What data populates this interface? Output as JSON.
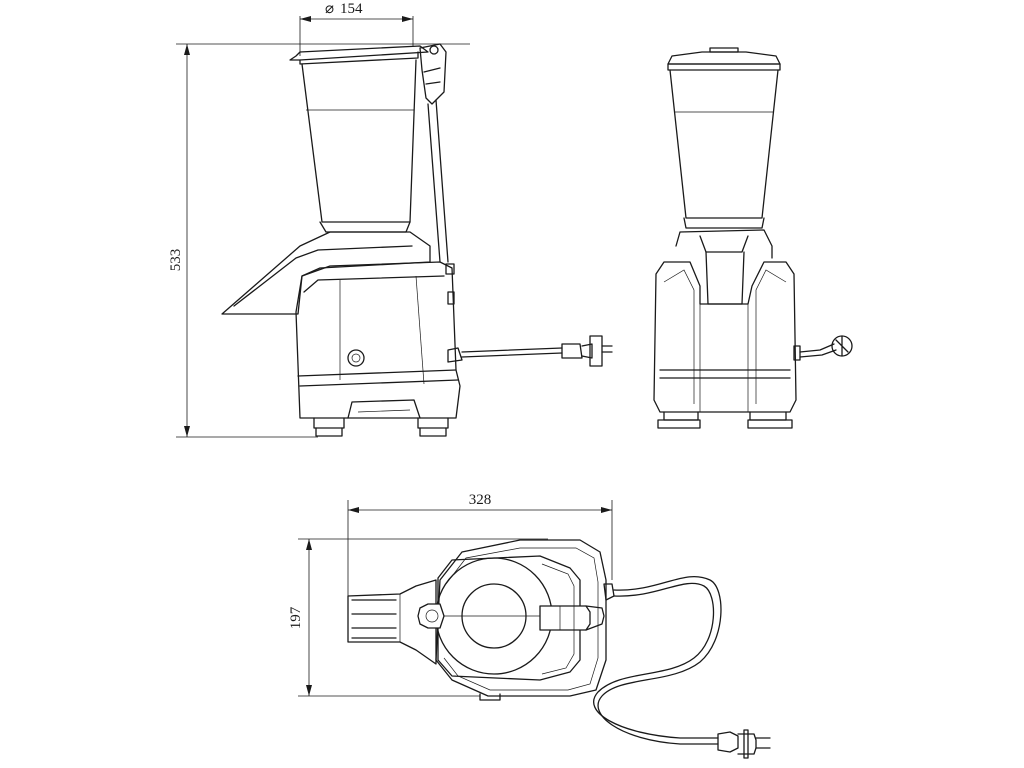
{
  "dimensions": {
    "jar_diameter": "154",
    "height": "533",
    "width": "328",
    "depth": "197"
  },
  "diameter_symbol": "⌀"
}
